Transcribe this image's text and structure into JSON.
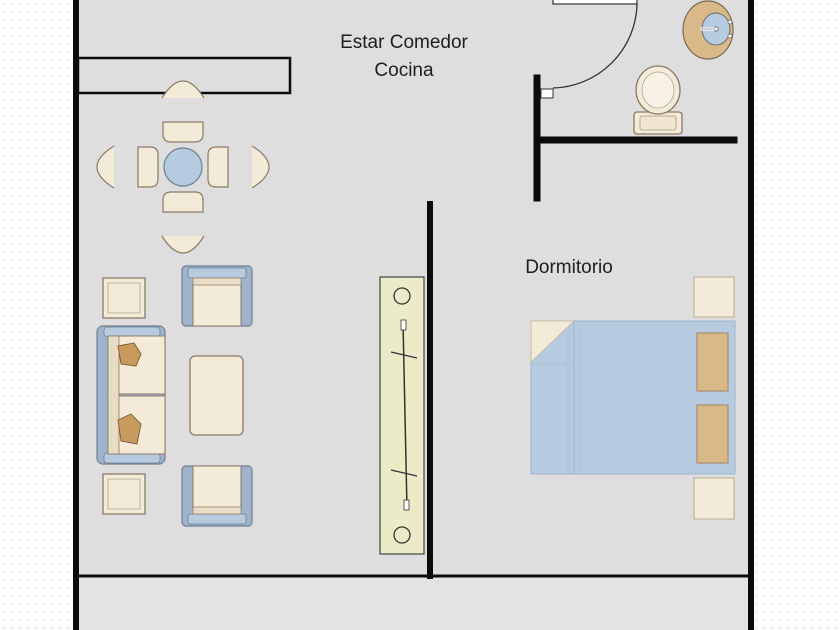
{
  "rooms": {
    "living": {
      "line1": "Estar Comedor",
      "line2": "Cocina"
    },
    "bedroom": {
      "label": "Dormitorio"
    }
  },
  "colors": {
    "floor": "#dedede",
    "wall": "#0b0b0b",
    "furniture_cream": "#f4ead8",
    "furniture_blue": "#b7cbe0",
    "fabric_blue": "#9fb4cc",
    "pillow_tan": "#d9b98a",
    "cushion_ochre": "#c99a5e",
    "wood_outline": "#8a7a66",
    "sliding_door": "#ecebc8"
  },
  "icons": {
    "sink": "sink-icon",
    "toilet": "toilet-icon",
    "bed": "bed-icon",
    "sofa": "sofa-icon",
    "table": "round-table-icon",
    "door": "sliding-door-icon"
  }
}
